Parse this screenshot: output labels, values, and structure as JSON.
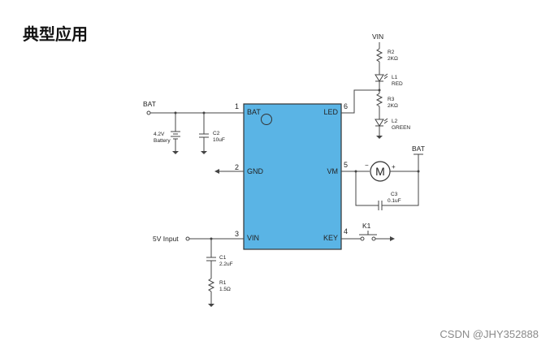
{
  "page": {
    "title": "典型应用",
    "watermark": "CSDN @JHY352888"
  },
  "chip": {
    "color": "#5ab4e5",
    "pins": [
      {
        "num": "1",
        "name": "BAT"
      },
      {
        "num": "2",
        "name": "GND"
      },
      {
        "num": "3",
        "name": "VIN"
      },
      {
        "num": "4",
        "name": "KEY"
      },
      {
        "num": "5",
        "name": "VM"
      },
      {
        "num": "6",
        "name": "LED"
      }
    ]
  },
  "nets": {
    "bat_left": "BAT",
    "bat_right": "BAT",
    "vin_top": "VIN",
    "input": "5V Input"
  },
  "components": {
    "battery": {
      "value": "4.2V",
      "label": "Battery"
    },
    "c2": {
      "name": "C2",
      "value": "10uF"
    },
    "r2": {
      "name": "R2",
      "value": "2KΩ"
    },
    "l1": {
      "name": "L1",
      "value": "RED"
    },
    "r3": {
      "name": "R3",
      "value": "2KΩ"
    },
    "l2": {
      "name": "L2",
      "value": "GREEN"
    },
    "motor": {
      "symbol": "M",
      "minus": "−",
      "plus": "+"
    },
    "c3": {
      "name": "C3",
      "value": "0.1uF"
    },
    "k1": {
      "name": "K1"
    },
    "c1": {
      "name": "C1",
      "value": "2.2uF"
    },
    "r1": {
      "name": "R1",
      "value": "1.5Ω"
    }
  }
}
